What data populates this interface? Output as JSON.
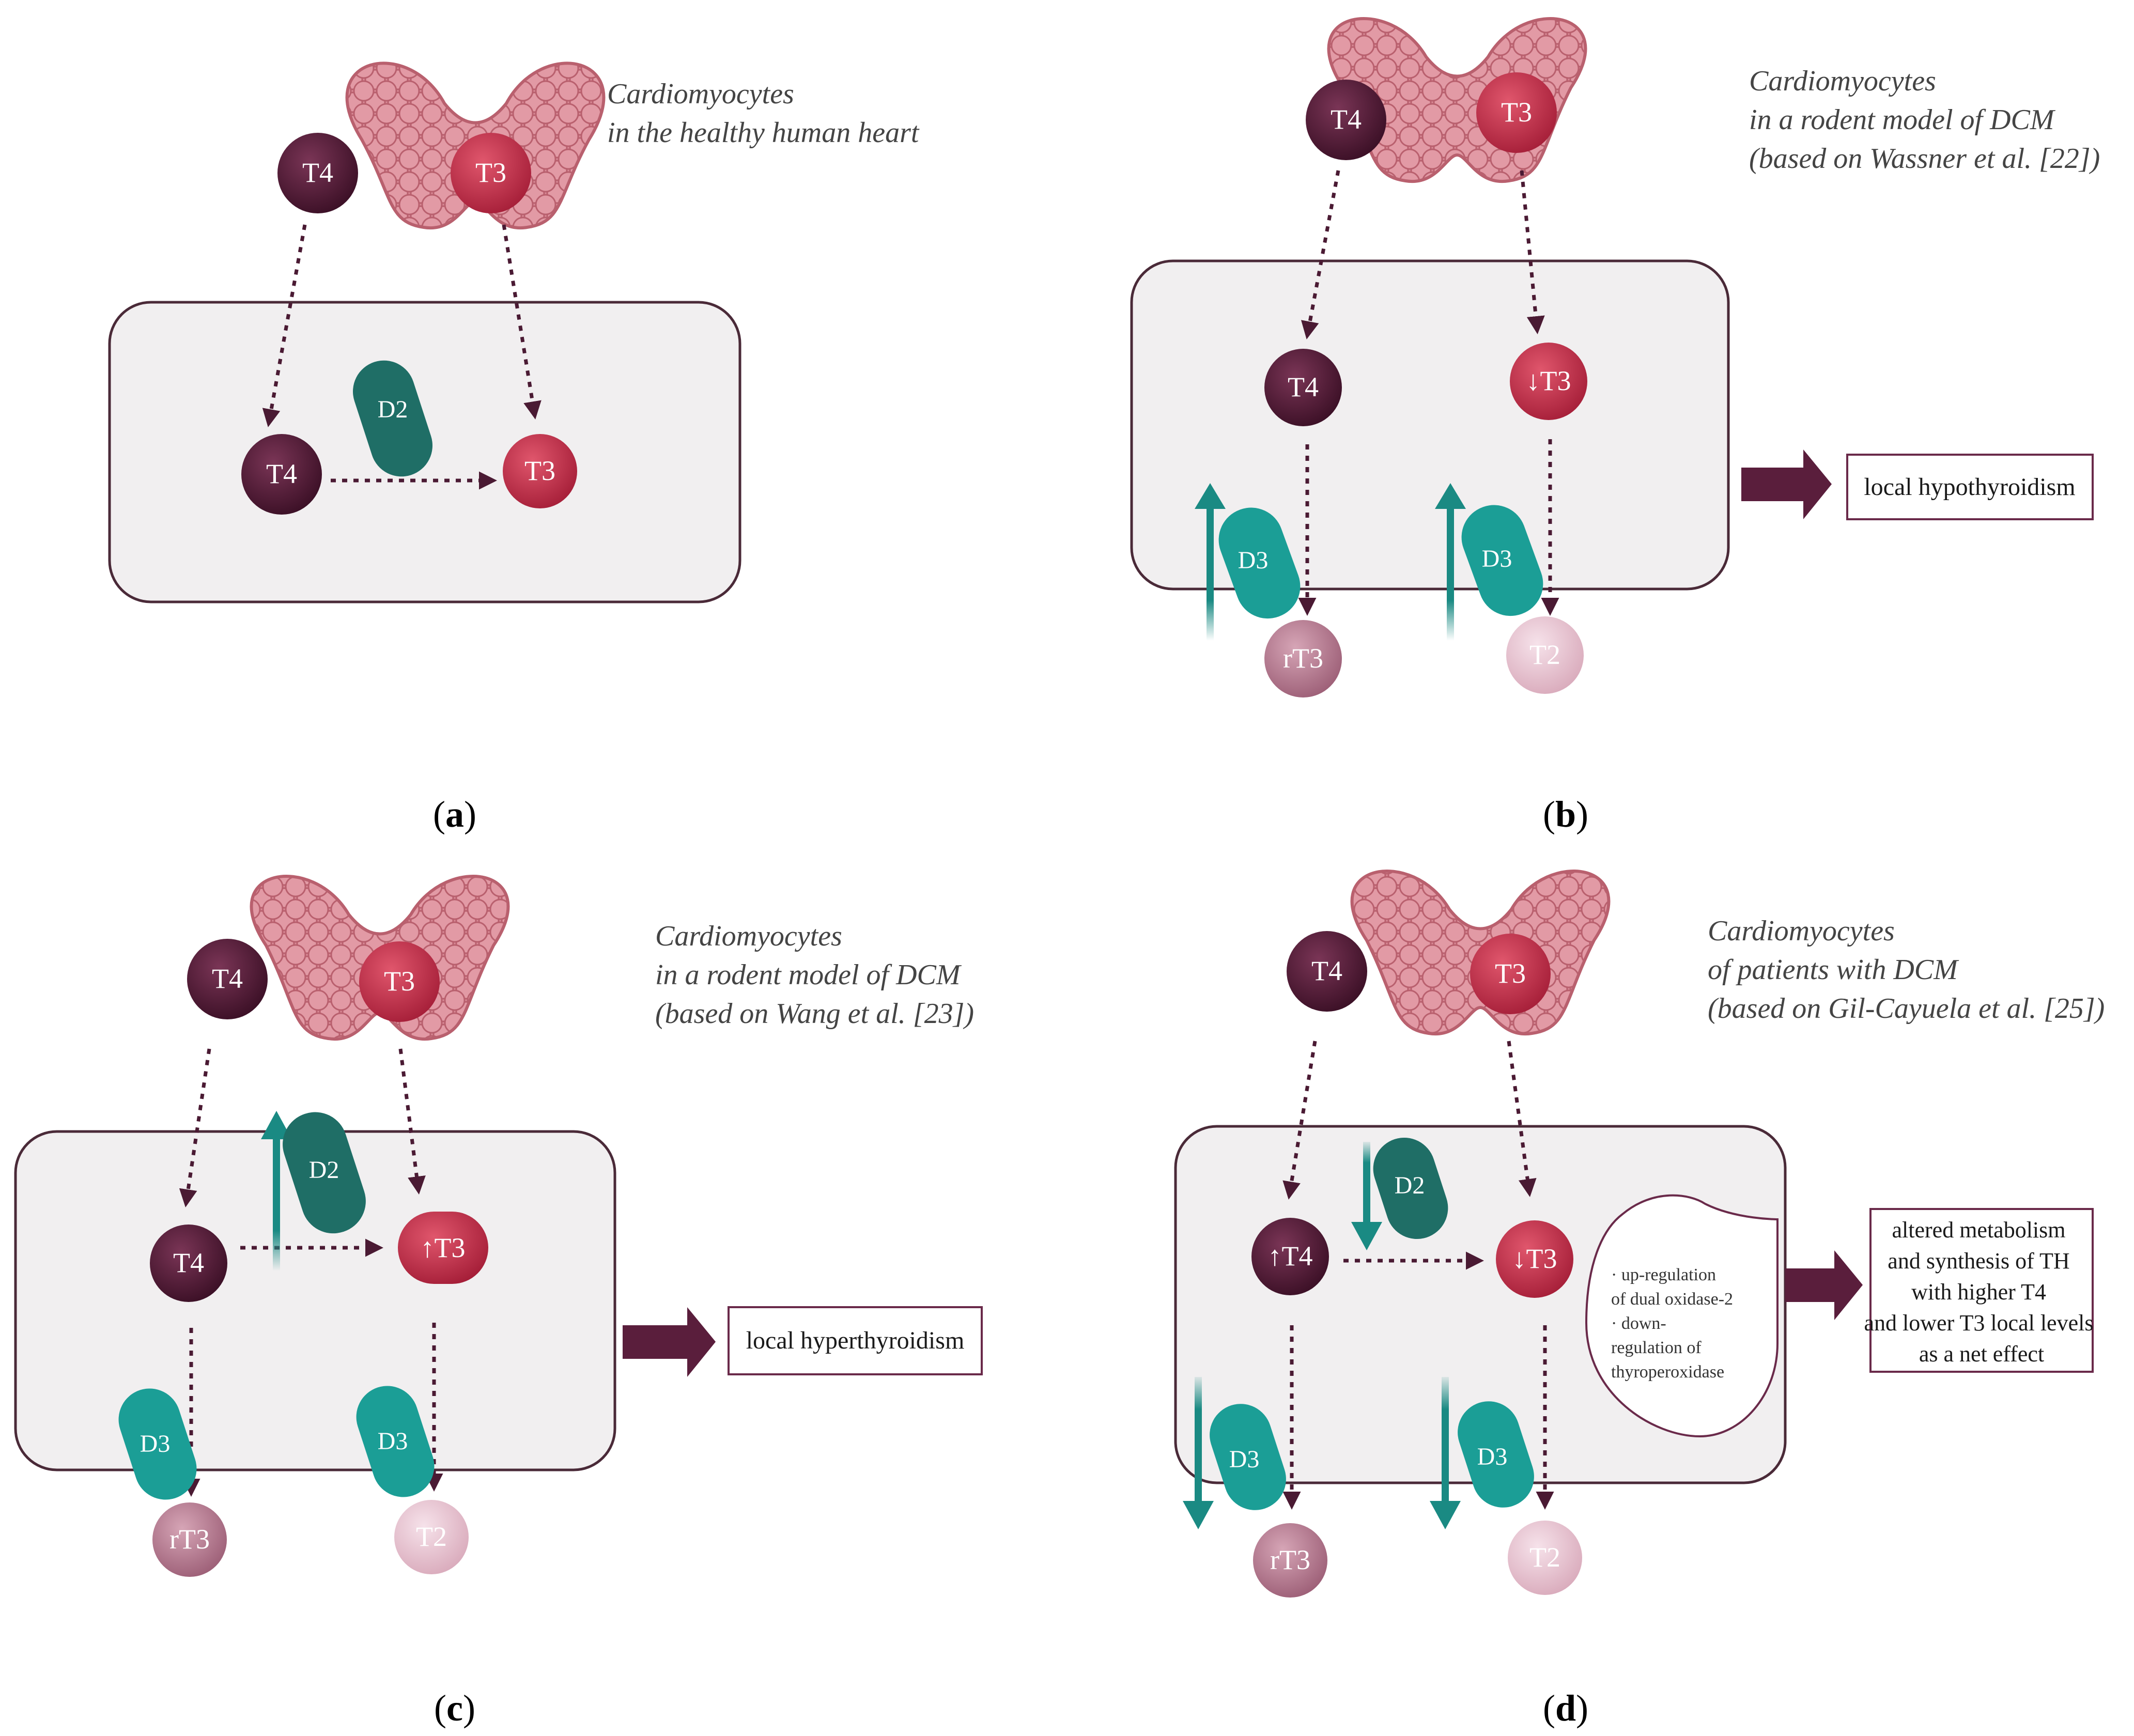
{
  "panels": {
    "a": {
      "label_open": "(",
      "label_letter": "a",
      "label_close": ")",
      "caption": [
        "Cardiomyocytes",
        "in the healthy human heart"
      ],
      "gland_t4": "T4",
      "gland_t3": "T3",
      "cell_t4": "T4",
      "cell_t3": "T3",
      "enzyme": "D2"
    },
    "b": {
      "label_open": "(",
      "label_letter": "b",
      "label_close": ")",
      "caption": [
        "Cardiomyocytes",
        "in a rodent model of DCM",
        "(based on Wassner et al. [22])"
      ],
      "gland_t4": "T4",
      "gland_t3": "T3",
      "cell_t4": "T4",
      "cell_t3": "↓T3",
      "enzyme_left": "D3",
      "enzyme_right": "D3",
      "product_left": "rT3",
      "product_right": "T2",
      "outcome": "local hypothyroidism"
    },
    "c": {
      "label_open": "(",
      "label_letter": "c",
      "label_close": ")",
      "caption": [
        "Cardiomyocytes",
        "in a rodent model of DCM",
        "(based on Wang et al. [23])"
      ],
      "gland_t4": "T4",
      "gland_t3": "T3",
      "cell_t4": "T4",
      "cell_t3": "↑T3",
      "enzyme_d2": "D2",
      "enzyme_left": "D3",
      "enzyme_right": "D3",
      "product_left": "rT3",
      "product_right": "T2",
      "outcome": "local hyperthyroidism"
    },
    "d": {
      "label_open": "(",
      "label_letter": "d",
      "label_close": ")",
      "caption": [
        "Cardiomyocytes",
        "of patients with DCM",
        "(based on Gil-Cayuela et al. [25])"
      ],
      "gland_t4": "T4",
      "gland_t3": "T3",
      "cell_t4": "↑T4",
      "cell_t3": "↓T3",
      "enzyme_d2": "D2",
      "enzyme_left": "D3",
      "enzyme_right": "D3",
      "product_left": "rT3",
      "product_right": "T2",
      "note": [
        "· up-regulation",
        "of dual oxidase-2",
        "· down-",
        "regulation of",
        "thyroperoxidase"
      ],
      "outcome": [
        "altered metabolism",
        "and synthesis of TH",
        "with higher T4",
        "and lower T3 local levels",
        "as a net effect"
      ]
    }
  },
  "colors": {
    "t4_fill": "#4a1a33",
    "t3_fill": "#c5314a",
    "gland_fill": "#d9848f",
    "gland_dark": "#b8606d",
    "d2_fill": "#1f6e66",
    "d3_fill": "#1b9e96",
    "arrow_teal": "#1a8a83",
    "cell_fill": "#f1eff0",
    "cell_stroke": "#4a2a38",
    "rt3_fill": "#b47c90",
    "t2_fill": "#e8c6d2",
    "outcome_stroke": "#6a2a4a",
    "big_arrow": "#5a1e3c"
  },
  "icons": [
    "thyroid-gland-icon",
    "deiodinase-enzyme-icon",
    "dotted-arrow-icon",
    "block-arrow-icon"
  ]
}
